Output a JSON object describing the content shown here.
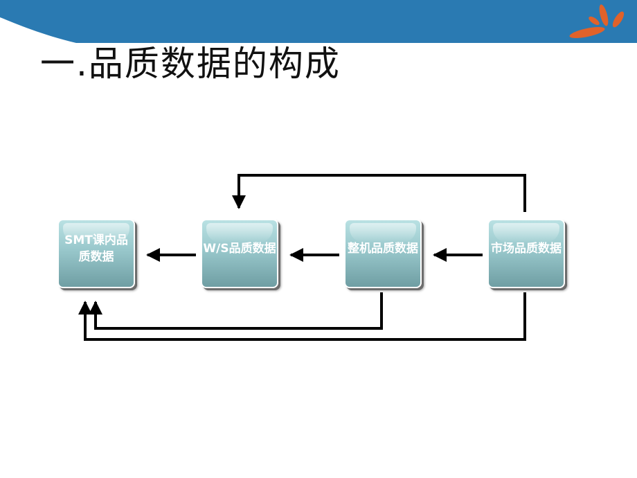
{
  "title": "一.品质数据的构成",
  "colors": {
    "header": "#2a7ab2",
    "accent": "#e0622a",
    "node_top": "#b9e1e3",
    "node_bottom": "#6f9ea3",
    "arrow": "#000000"
  },
  "nodes": [
    {
      "id": "smt",
      "label": "SMT课内品质数据"
    },
    {
      "id": "ws",
      "label": "W/S品质数据"
    },
    {
      "id": "assembly",
      "label": "整机品质数据"
    },
    {
      "id": "market",
      "label": "市场品质数据"
    }
  ],
  "edges": [
    {
      "from": "ws",
      "to": "smt"
    },
    {
      "from": "assembly",
      "to": "ws"
    },
    {
      "from": "market",
      "to": "assembly"
    },
    {
      "from": "market",
      "to": "ws"
    },
    {
      "from": "assembly",
      "to": "smt"
    },
    {
      "from": "market",
      "to": "smt"
    }
  ]
}
